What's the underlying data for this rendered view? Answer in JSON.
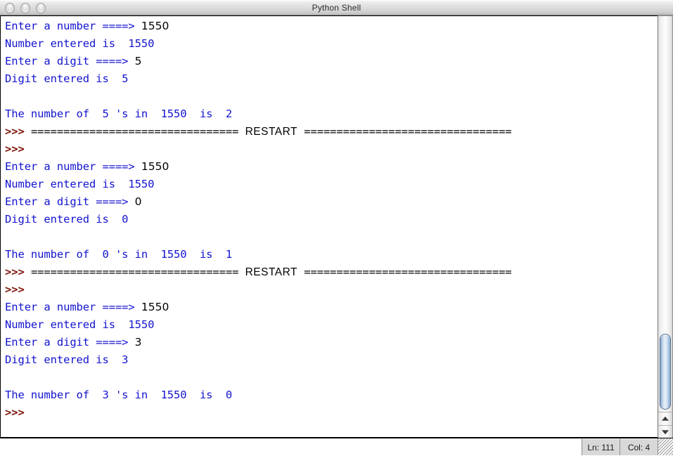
{
  "window": {
    "title": "Python Shell",
    "traffic_lights": [
      "close-button",
      "minimize-button",
      "zoom-button"
    ]
  },
  "colors": {
    "prompt_text": "#1313cf",
    "user_input": "#000000",
    "shell_prompt": "#7d1408",
    "restart_rule": "#000000",
    "background": "#ffffff"
  },
  "console": {
    "lines": [
      {
        "id": "l1",
        "segments": [
          {
            "style": "blue",
            "text": "Enter a number ====> "
          },
          {
            "style": "black",
            "text": "1550"
          }
        ]
      },
      {
        "id": "l2",
        "segments": [
          {
            "style": "blue",
            "text": "Number entered is  1550"
          }
        ]
      },
      {
        "id": "l3",
        "segments": [
          {
            "style": "blue",
            "text": "Enter a digit ====> "
          },
          {
            "style": "black",
            "text": "5"
          }
        ]
      },
      {
        "id": "l4",
        "segments": [
          {
            "style": "blue",
            "text": "Digit entered is  5"
          }
        ]
      },
      {
        "id": "l5",
        "segments": [
          {
            "style": "blue",
            "text": ""
          }
        ]
      },
      {
        "id": "l6",
        "segments": [
          {
            "style": "blue",
            "text": "The number of  5 's in  1550  is  2"
          }
        ]
      },
      {
        "id": "l7",
        "segments": [
          {
            "style": "maroon",
            "text": ">>> "
          },
          {
            "style": "rule",
            "text": "================================ "
          },
          {
            "style": "restart-word",
            "text": "RESTART"
          },
          {
            "style": "rule",
            "text": " ================================"
          }
        ]
      },
      {
        "id": "l8",
        "segments": [
          {
            "style": "maroon",
            "text": ">>>"
          }
        ]
      },
      {
        "id": "l9",
        "segments": [
          {
            "style": "blue",
            "text": "Enter a number ====> "
          },
          {
            "style": "black",
            "text": "1550"
          }
        ]
      },
      {
        "id": "l10",
        "segments": [
          {
            "style": "blue",
            "text": "Number entered is  1550"
          }
        ]
      },
      {
        "id": "l11",
        "segments": [
          {
            "style": "blue",
            "text": "Enter a digit ====> "
          },
          {
            "style": "black",
            "text": "0"
          }
        ]
      },
      {
        "id": "l12",
        "segments": [
          {
            "style": "blue",
            "text": "Digit entered is  0"
          }
        ]
      },
      {
        "id": "l13",
        "segments": [
          {
            "style": "blue",
            "text": ""
          }
        ]
      },
      {
        "id": "l14",
        "segments": [
          {
            "style": "blue",
            "text": "The number of  0 's in  1550  is  1"
          }
        ]
      },
      {
        "id": "l15",
        "segments": [
          {
            "style": "maroon",
            "text": ">>> "
          },
          {
            "style": "rule",
            "text": "================================ "
          },
          {
            "style": "restart-word",
            "text": "RESTART"
          },
          {
            "style": "rule",
            "text": " ================================"
          }
        ]
      },
      {
        "id": "l16",
        "segments": [
          {
            "style": "maroon",
            "text": ">>>"
          }
        ]
      },
      {
        "id": "l17",
        "segments": [
          {
            "style": "blue",
            "text": "Enter a number ====> "
          },
          {
            "style": "black",
            "text": "1550"
          }
        ]
      },
      {
        "id": "l18",
        "segments": [
          {
            "style": "blue",
            "text": "Number entered is  1550"
          }
        ]
      },
      {
        "id": "l19",
        "segments": [
          {
            "style": "blue",
            "text": "Enter a digit ====> "
          },
          {
            "style": "black",
            "text": "3"
          }
        ]
      },
      {
        "id": "l20",
        "segments": [
          {
            "style": "blue",
            "text": "Digit entered is  3"
          }
        ]
      },
      {
        "id": "l21",
        "segments": [
          {
            "style": "blue",
            "text": ""
          }
        ]
      },
      {
        "id": "l22",
        "segments": [
          {
            "style": "blue",
            "text": "The number of  3 's in  1550  is  0"
          }
        ]
      },
      {
        "id": "l23",
        "segments": [
          {
            "style": "maroon",
            "text": ">>>"
          }
        ]
      }
    ]
  },
  "scrollbar": {
    "up_arrow": "scroll-up-arrow",
    "down_arrow": "scroll-down-arrow",
    "thumb": "scroll-thumb"
  },
  "statusbar": {
    "line_label": "Ln: 111",
    "col_label": "Col: 4",
    "grip": "resize-grip"
  }
}
